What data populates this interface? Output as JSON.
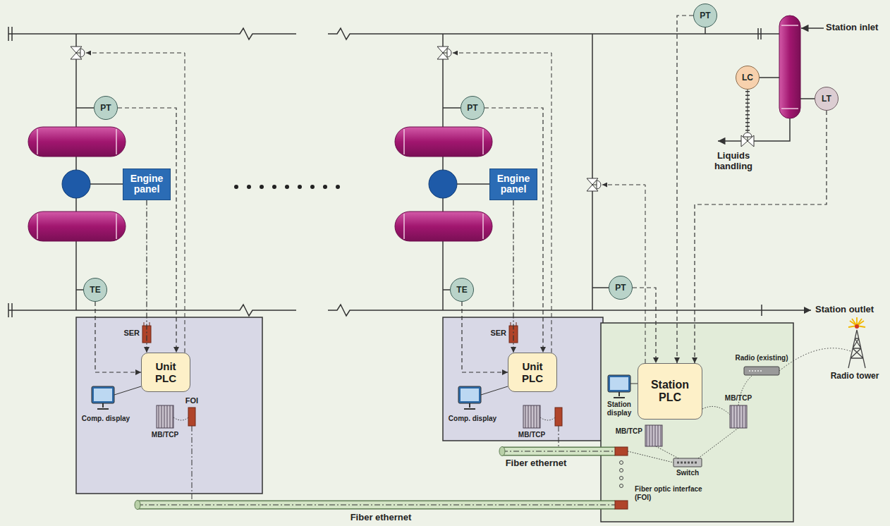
{
  "diagram": {
    "nodes": [
      {
        "text": [
          "PT"
        ]
      },
      {
        "text": [
          "LC"
        ]
      },
      {
        "text": [
          "LT"
        ]
      },
      {
        "text": [
          "PT"
        ]
      },
      {
        "text": [
          "PT"
        ]
      },
      {
        "text": [
          "Engine panel"
        ]
      },
      {
        "text": [
          "Engine panel"
        ]
      },
      {
        "text": [
          "TE"
        ]
      },
      {
        "text": [
          "TE"
        ]
      },
      {
        "text": [
          "PT"
        ]
      },
      {
        "text": [
          "Unit PLC"
        ]
      },
      {
        "text": [
          "Unit PLC"
        ]
      },
      {
        "text": [
          "Station PLC"
        ]
      }
    ],
    "edges": [
      {
        "from": 3,
        "to": 10,
        "arrow": "to"
      },
      {
        "from": 5,
        "to": 10,
        "arrow": "to"
      },
      {
        "from": 7,
        "to": 10,
        "arrow": "to"
      },
      {
        "from": 4,
        "to": 11,
        "arrow": "to"
      },
      {
        "from": 6,
        "to": 11,
        "arrow": "to"
      },
      {
        "from": 8,
        "to": 11,
        "arrow": "to"
      },
      {
        "from": 0,
        "to": 12,
        "arrow": "to"
      },
      {
        "from": 9,
        "to": 12,
        "arrow": "to"
      },
      {
        "from": 2,
        "to": 12,
        "arrow": "to"
      }
    ],
    "labels": [
      "Station inlet",
      "Liquids handling",
      "SER",
      "SER",
      "Comp. display",
      "MB/TCP",
      "FOI",
      "Comp. display",
      "MB/TCP",
      "Station outlet",
      "Station display",
      "Radio (existing)",
      "Radio tower",
      "MB/TCP",
      "MB/TCP",
      "Switch",
      "Fiber ethernet",
      "Fiber optic interface (FOI)",
      "Fiber ethernet"
    ]
  }
}
